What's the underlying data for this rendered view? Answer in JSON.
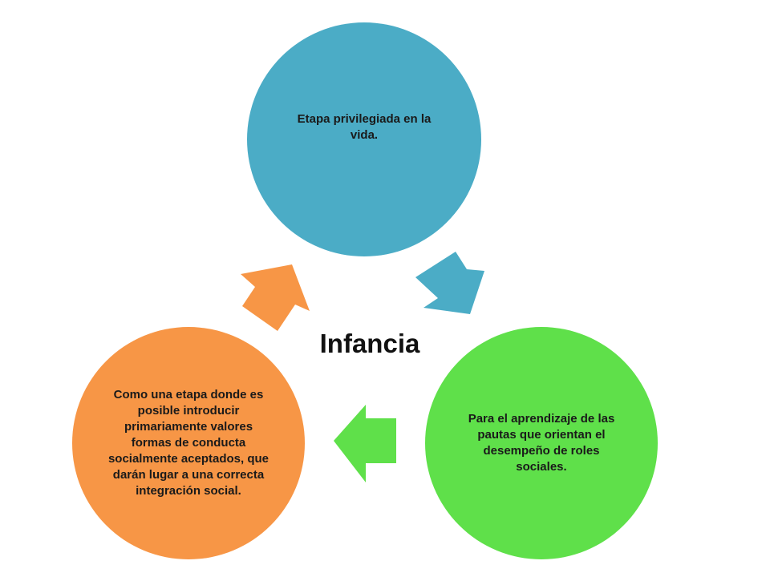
{
  "title": "Infancia",
  "nodes": [
    {
      "id": "top",
      "text": "Etapa privilegiada en la vida.",
      "color": "#4BACC6"
    },
    {
      "id": "right",
      "text": "Para el aprendizaje de las pautas que orientan el desempeño de roles sociales.",
      "color": "#5FE04A"
    },
    {
      "id": "left",
      "text": "Como una etapa donde es posible introducir primariamente valores formas de conducta socialmente aceptados, que darán lugar a una correcta integración social.",
      "color": "#F79646"
    }
  ],
  "edges": [
    {
      "from": "top",
      "to": "right",
      "color": "#4BACC6"
    },
    {
      "from": "right",
      "to": "left",
      "color": "#5FE04A"
    },
    {
      "from": "left",
      "to": "top",
      "color": "#F79646"
    }
  ]
}
